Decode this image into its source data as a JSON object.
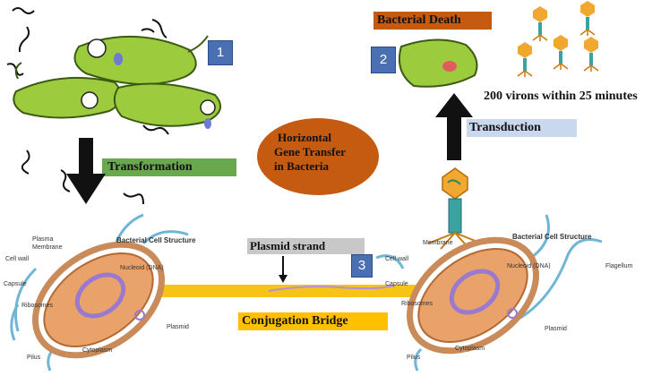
{
  "labels": {
    "transformation": "Transformation",
    "bacterial_death": "Bacterial Death",
    "virions": "200 virons within 25 minutes",
    "transduction": "Transduction",
    "center_title": [
      "Horizontal",
      "Gene Transfer",
      "in Bacteria"
    ],
    "plasmid_strand": "Plasmid strand",
    "conjugation_bridge": "Conjugation Bridge"
  },
  "step_numbers": [
    "1",
    "2",
    "3"
  ],
  "cell_left": {
    "title": "Bacterial Cell Structure",
    "parts": [
      "Plasma",
      "Membrane",
      "Cell wall",
      "Capsule",
      "Ribosomes",
      "Nucleoid (DNA)",
      "Plasmid",
      "Cytoplasm",
      "Pilus"
    ]
  },
  "cell_right": {
    "title": "Bacterial Cell Structure",
    "parts": [
      "Membrane",
      "Cell wall",
      "Capsule",
      "Ribosomes",
      "Nucleoid (DNA)",
      "Flagellum",
      "Plasmid",
      "Cytoplasm",
      "Pilus"
    ]
  },
  "colors": {
    "transformation_bg": "#6aa84f",
    "death_bg": "#c55a11",
    "transduction_bg": "#c9d8ee",
    "circle_bg": "#c55a11",
    "plasmid_bg": "#c8c8c8",
    "conjugation_bg": "#ffc000",
    "bridge": "#f6c417",
    "step_box": "#4a6fb3"
  }
}
